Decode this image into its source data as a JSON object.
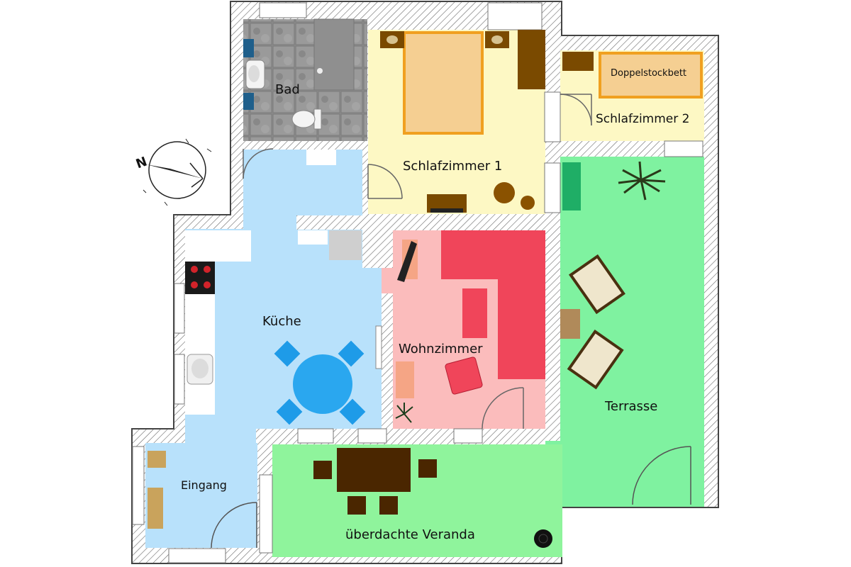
{
  "rooms": {
    "bad": {
      "label": "Bad",
      "color": "#8c8c8c"
    },
    "schlafzimmer1": {
      "label": "Schlafzimmer 1",
      "color": "#fdf8c4"
    },
    "schlafzimmer2": {
      "label": "Schlafzimmer 2",
      "color": "#fdf8c4"
    },
    "doppelstockbett": {
      "label": "Doppelstockbett",
      "color": "#f5cf92"
    },
    "kueche": {
      "label": "Küche",
      "color": "#b8e1fb"
    },
    "wohnzimmer": {
      "label": "Wohnzimmer",
      "color": "#fbbcbc"
    },
    "terrasse": {
      "label": "Terrasse",
      "color": "#7ff2a0"
    },
    "eingang": {
      "label": "Eingang",
      "color": "#b8e1fb"
    },
    "veranda": {
      "label": "überdachte Veranda",
      "color": "#8ff49c"
    }
  },
  "compass": {
    "letter": "N"
  },
  "colors": {
    "wall_hatch": "#555555",
    "bed": "#f5cf92",
    "bed_frame": "#f0a020",
    "wood": "#7a4a00",
    "dark_table": "#4a2600",
    "sofa": "#f0455a",
    "table_blue": "#2aa7ef",
    "chair_blue": "#1e9be8",
    "lounger": "#5a3a10"
  }
}
